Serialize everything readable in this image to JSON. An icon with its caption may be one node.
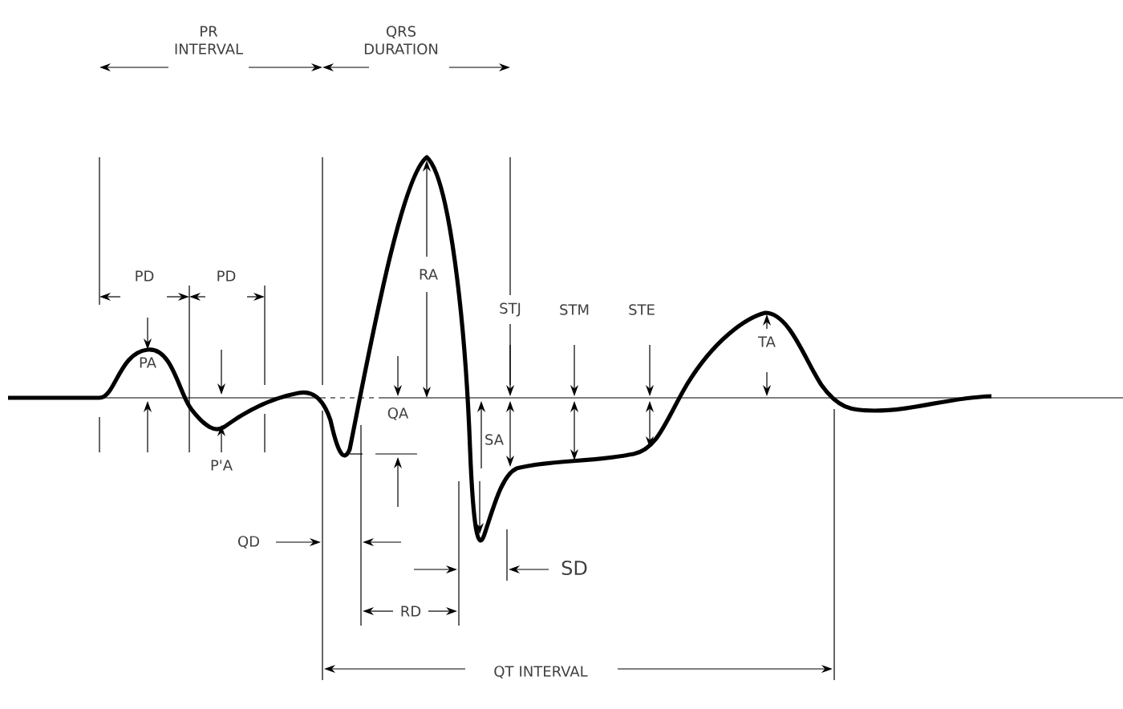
{
  "diagram": {
    "labels": [
      "PR INTERVAL",
      "QRS DURATION",
      "PD",
      "PD",
      "RA",
      "STJ",
      "STM",
      "STE",
      "PA",
      "TA",
      "QA",
      "P'A",
      "SA",
      "QD",
      "RD",
      "SD",
      "QT INTERVAL"
    ]
  }
}
